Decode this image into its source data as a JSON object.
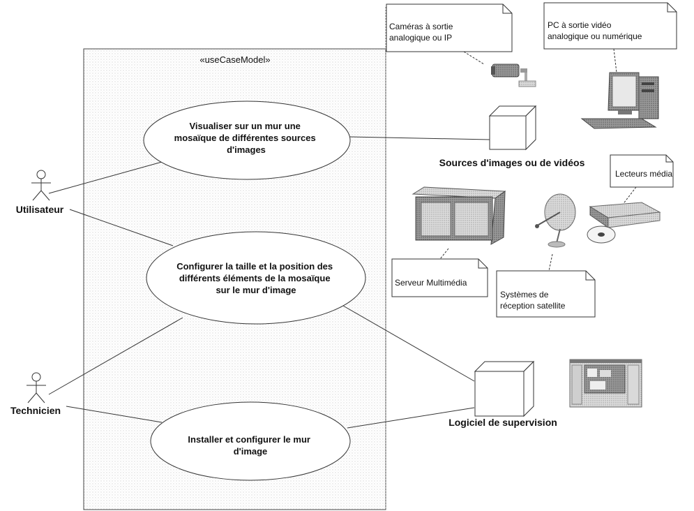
{
  "system": {
    "stereotype": "«useCaseModel»"
  },
  "actors": [
    {
      "label": "Utilisateur"
    },
    {
      "label": "Technicien"
    }
  ],
  "use_cases": [
    {
      "lines": [
        "Visualiser sur un mur une",
        "mosaïque de différentes sources",
        "d'images"
      ]
    },
    {
      "lines": [
        "Configurer la taille et la position des",
        "différents éléments de la mosaïque",
        "sur le mur d'image"
      ]
    },
    {
      "lines": [
        "Installer et configurer le mur",
        "d'image"
      ]
    }
  ],
  "nodes": [
    {
      "label": "Sources d'images ou de vidéos"
    },
    {
      "label": "Logiciel de supervision"
    }
  ],
  "notes": [
    {
      "lines": [
        "Caméras à sortie",
        "analogique ou IP"
      ]
    },
    {
      "lines": [
        "PC à sortie vidéo",
        "analogique ou numérique"
      ]
    },
    {
      "lines": [
        "Lecteurs média"
      ]
    },
    {
      "lines": [
        "Serveur Multimédia"
      ]
    },
    {
      "lines": [
        "Systèmes de",
        "réception satellite"
      ]
    }
  ],
  "icons": [
    "camera-icon",
    "pc-icon",
    "server-icon",
    "satellite-dish-icon",
    "media-player-icon",
    "software-screenshot-icon"
  ]
}
